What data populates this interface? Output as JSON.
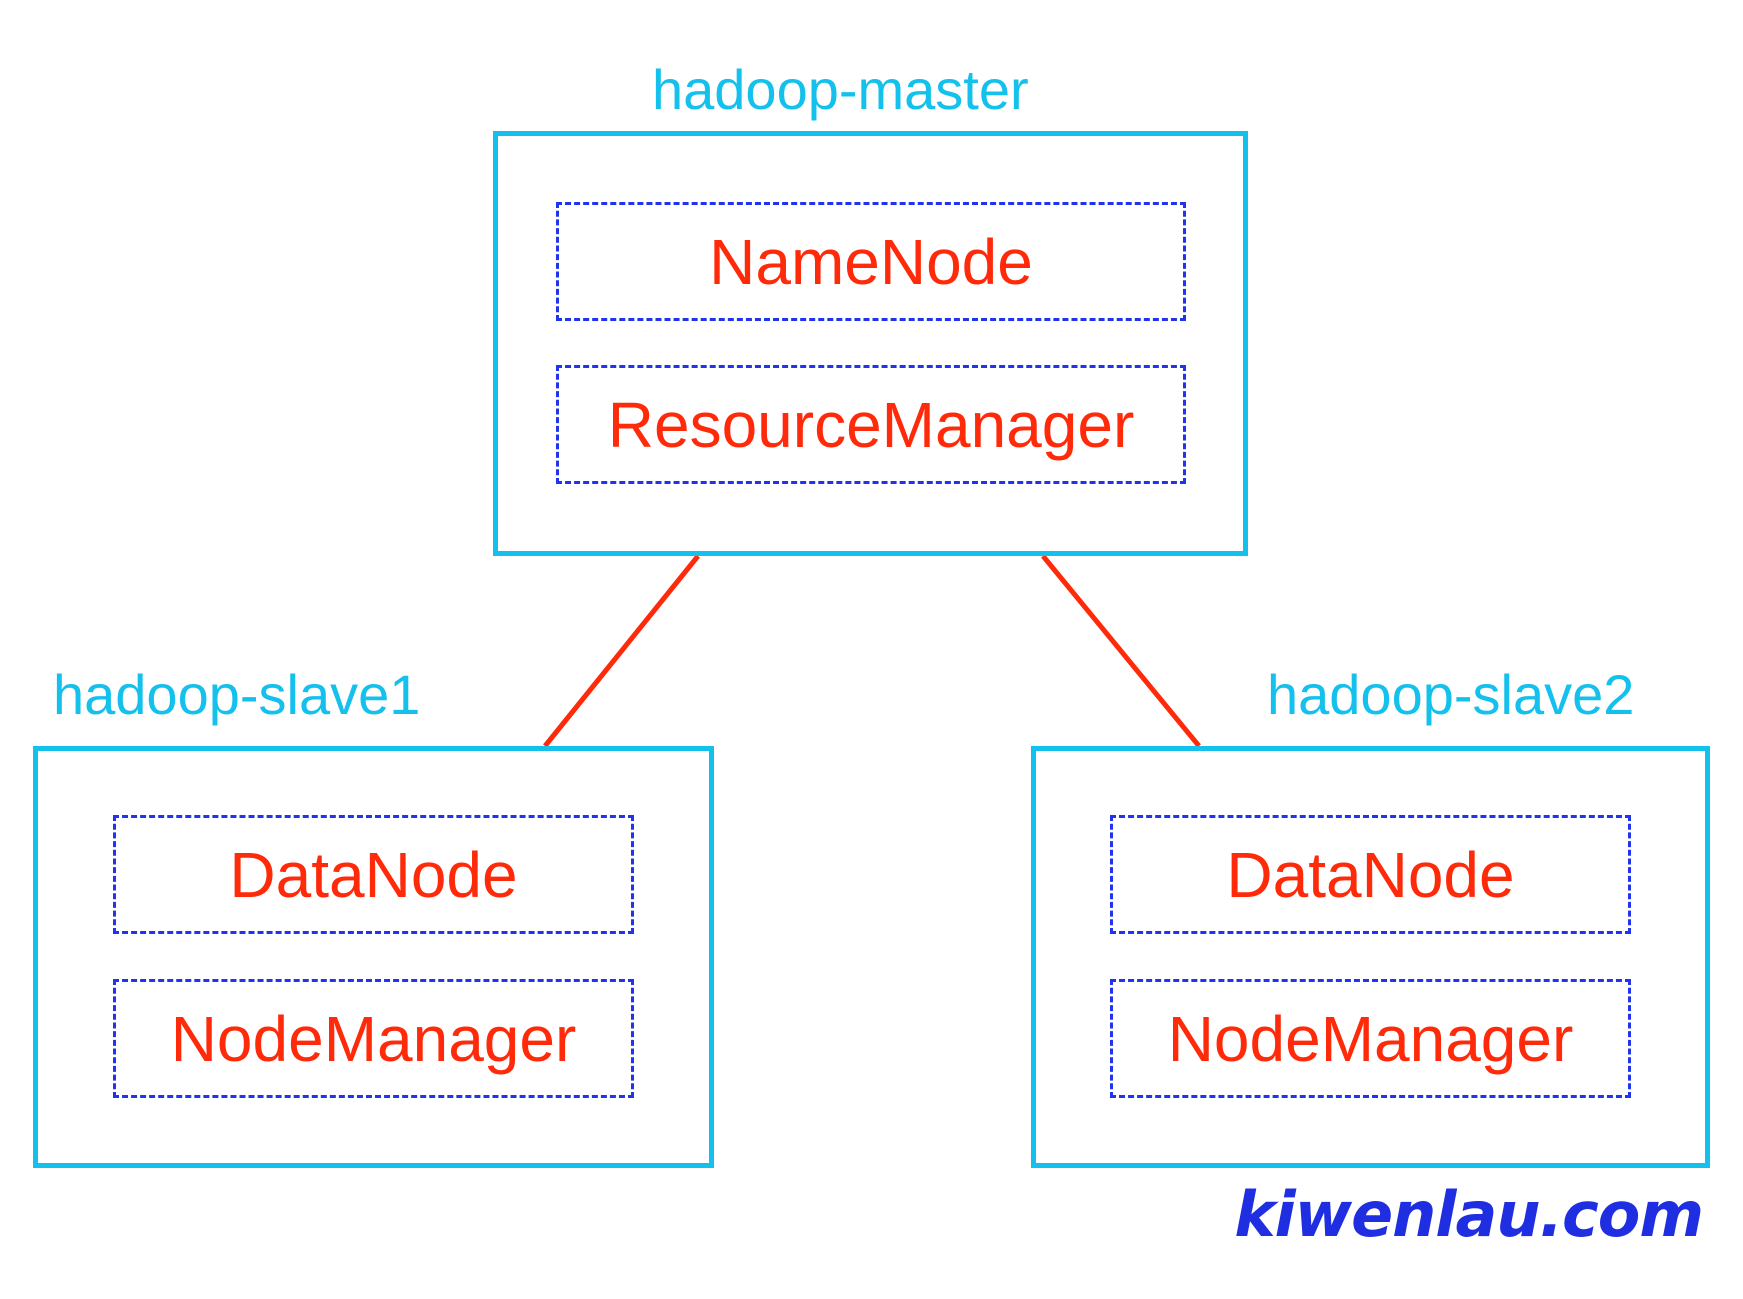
{
  "colors": {
    "host": "#14c0ec",
    "service_border": "#2233ee",
    "service_text": "#ff2a0a",
    "connector": "#ff2a0a",
    "watermark": "#1f2ee0"
  },
  "master": {
    "label": "hadoop-master",
    "services": [
      "NameNode",
      "ResourceManager"
    ]
  },
  "slave1": {
    "label": "hadoop-slave1",
    "services": [
      "DataNode",
      "NodeManager"
    ]
  },
  "slave2": {
    "label": "hadoop-slave2",
    "services": [
      "DataNode",
      "NodeManager"
    ]
  },
  "watermark": "kiwenlau.com"
}
